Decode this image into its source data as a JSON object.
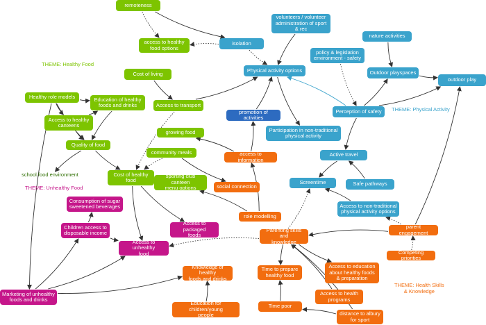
{
  "themes": {
    "healthy_food": "THEME: Healthy Food",
    "unhealthy_food": "THEME: Unhealthy Food",
    "physical_activity": "THEME: Physical Activity",
    "health_skills": "THEME: Health Skills\n& Knowledge"
  },
  "colors": {
    "healthy_food": "#7dc400",
    "physical_activity": "#3aa3cc",
    "promotion": "#2d6bc0",
    "health_skills": "#f26d0f",
    "unhealthy_food": "#c5168a"
  },
  "nodes": {
    "remoteness": "remoteness",
    "access_healthy_food_options": "access to healthy\nfood options",
    "isolation": "isolation",
    "volunteers": "volunteers / volunteer\nadministration of sport\n& rec",
    "nature_activities": "nature activities",
    "physical_activity_options": "Physical activity options",
    "policy_legislation": "policy & legislation\nenvironment - safety",
    "outdoor_playspaces": "Outdoor playspaces",
    "outdoor_play": "outdoor play",
    "cost_of_living": "Cost of living",
    "healthy_role_models": "Healthy role models",
    "education_healthy_foods_drinks": "Education of healthy\nfoods and drinks",
    "access_to_transport": "Access to transport",
    "promotion_of_activities": "promotion of activities",
    "perception_of_safety": "Perception of safety",
    "access_healthy_canteens": "Access to healthy\ncanteens",
    "participation_non_traditional": "Participation in non-traditional\nphysical activity",
    "growing_food": "growing food",
    "quality_of_food": "Quality of food",
    "community_meals": "community meals",
    "access_to_information": "access to information",
    "active_travel": "Active travel",
    "school_food_environment": "school food environment",
    "cost_of_healthy_food": "Cost of healthy\nfood",
    "sporting_club_canteen": "sporting club canteen\nmenu options",
    "social_connection": "social connection",
    "screentime": "Screentime",
    "safe_pathways": "Safe pathways",
    "consumption_sugar_beverages": "Consumption of sugar\nsweetened beverages",
    "access_non_traditional_options": "Access to non-traditional\nphysical activity options",
    "role_modelling": "role modelling",
    "children_access_income": "Children access to\ndisposable income",
    "access_packaged_foods": "Access to packaged\nfoods",
    "parent_engagement": "parent engagement",
    "parenting_skills": "Parenting skills and\nknowledge",
    "access_unhealthy_food": "Access to unhealthy\nfood",
    "competing_priorities": "Competing priorities",
    "knowledge_healthy_foods": "Knowledge of healthy\nfoods and drinks",
    "time_to_prepare": "Time to prepare\nhealthy food",
    "access_education_healthy_foods": "Access to education\nabout healthy foods\n& preparation",
    "marketing_unhealthy": "Marketing of unhealthy\nfoods and drinks",
    "access_health_programs": "Access to health\nprograms",
    "time_poor": "Time poor",
    "education_children_young": "Education for children/young\npeople",
    "distance_to_albury": "distance to albury\nfor sport"
  },
  "edges": [
    {
      "from": "remoteness",
      "to": "access_healthy_food_options",
      "style": "dotted"
    },
    {
      "from": "remoteness",
      "to": "isolation",
      "style": "solid"
    },
    {
      "from": "isolation",
      "to": "access_healthy_food_options",
      "style": "dotted"
    },
    {
      "from": "isolation",
      "to": "physical_activity_options",
      "style": "dotted"
    },
    {
      "from": "volunteers",
      "to": "physical_activity_options",
      "style": "solid"
    },
    {
      "from": "nature_activities",
      "to": "outdoor_playspaces",
      "style": "solid"
    },
    {
      "from": "outdoor_playspaces",
      "to": "outdoor_play",
      "style": "solid"
    },
    {
      "from": "policy_legislation",
      "to": "perception_of_safety",
      "style": "dotted"
    },
    {
      "from": "perception_of_safety",
      "to": "physical_activity_options",
      "style": "solid",
      "color": "#3aa3cc"
    },
    {
      "from": "perception_of_safety",
      "to": "outdoor_playspaces",
      "style": "solid"
    },
    {
      "from": "perception_of_safety",
      "to": "outdoor_play",
      "style": "solid"
    },
    {
      "from": "perception_of_safety",
      "to": "active_travel",
      "style": "solid"
    },
    {
      "from": "cost_of_living",
      "to": "access_to_transport",
      "style": "solid"
    },
    {
      "from": "access_to_transport",
      "to": "physical_activity_options",
      "style": "solid"
    },
    {
      "from": "access_to_transport",
      "to": "cost_of_healthy_food",
      "style": "dotted"
    },
    {
      "from": "promotion_of_activities",
      "to": "physical_activity_options",
      "style": "solid"
    },
    {
      "from": "physical_activity_options",
      "to": "participation_non_traditional",
      "style": "solid"
    },
    {
      "from": "healthy_role_models",
      "to": "education_healthy_foods_drinks",
      "style": "solid"
    },
    {
      "from": "healthy_role_models",
      "to": "access_healthy_canteens",
      "style": "solid"
    },
    {
      "from": "healthy_role_models",
      "to": "quality_of_food",
      "style": "solid"
    },
    {
      "from": "healthy_role_models",
      "to": "marketing_unhealthy",
      "style": "solid"
    },
    {
      "from": "access_healthy_canteens",
      "to": "education_healthy_foods_drinks",
      "style": "solid"
    },
    {
      "from": "access_healthy_canteens",
      "to": "quality_of_food",
      "style": "solid"
    },
    {
      "from": "education_healthy_foods_drinks",
      "to": "quality_of_food",
      "style": "solid"
    },
    {
      "from": "quality_of_food",
      "to": "school_food_environment",
      "style": "solid"
    },
    {
      "from": "quality_of_food",
      "to": "cost_of_healthy_food",
      "style": "solid"
    },
    {
      "from": "community_meals",
      "to": "cost_of_healthy_food",
      "style": "dotted"
    },
    {
      "from": "community_meals",
      "to": "social_connection",
      "style": "solid"
    },
    {
      "from": "access_to_information",
      "to": "growing_food",
      "style": "solid"
    },
    {
      "from": "access_to_information",
      "to": "promotion_of_activities",
      "style": "solid"
    },
    {
      "from": "role_modelling",
      "to": "access_to_information",
      "style": "solid"
    },
    {
      "from": "role_modelling",
      "to": "sporting_club_canteen",
      "style": "solid"
    },
    {
      "from": "cost_of_healthy_food",
      "to": "access_packaged_foods",
      "style": "solid"
    },
    {
      "from": "cost_of_healthy_food",
      "to": "access_unhealthy_food",
      "style": "solid"
    },
    {
      "from": "children_access_income",
      "to": "consumption_sugar_beverages",
      "style": "solid"
    },
    {
      "from": "children_access_income",
      "to": "access_unhealthy_food",
      "style": "solid"
    },
    {
      "from": "marketing_unhealthy",
      "to": "children_access_income",
      "style": "solid"
    },
    {
      "from": "marketing_unhealthy",
      "to": "access_unhealthy_food",
      "style": "solid"
    },
    {
      "from": "marketing_unhealthy",
      "to": "knowledge_healthy_foods",
      "style": "solid"
    },
    {
      "from": "education_children_young",
      "to": "knowledge_healthy_foods",
      "style": "solid"
    },
    {
      "from": "safe_pathways",
      "to": "active_travel",
      "style": "solid"
    },
    {
      "from": "active_travel",
      "to": "screentime",
      "style": "solid"
    },
    {
      "from": "access_non_traditional_options",
      "to": "screentime",
      "style": "solid"
    },
    {
      "from": "parent_engagement",
      "to": "access_non_traditional_options",
      "style": "dotted"
    },
    {
      "from": "parent_engagement",
      "to": "outdoor_play",
      "style": "solid"
    },
    {
      "from": "parent_engagement",
      "to": "parenting_skills",
      "style": "solid"
    },
    {
      "from": "competing_priorities",
      "to": "parent_engagement",
      "style": "dotted"
    },
    {
      "from": "parenting_skills",
      "to": "screentime",
      "style": "dotted"
    },
    {
      "from": "parenting_skills",
      "to": "access_unhealthy_food",
      "style": "dotted"
    },
    {
      "from": "parenting_skills",
      "to": "time_to_prepare",
      "style": "solid"
    },
    {
      "from": "parenting_skills",
      "to": "access_education_healthy_foods",
      "style": "solid"
    },
    {
      "from": "access_health_programs",
      "to": "parenting_skills",
      "style": "solid"
    },
    {
      "from": "time_poor",
      "to": "time_to_prepare",
      "style": "solid"
    },
    {
      "from": "distance_to_albury",
      "to": "time_poor",
      "style": "solid"
    },
    {
      "from": "distance_to_albury",
      "to": "parenting_skills",
      "style": "solid"
    }
  ]
}
